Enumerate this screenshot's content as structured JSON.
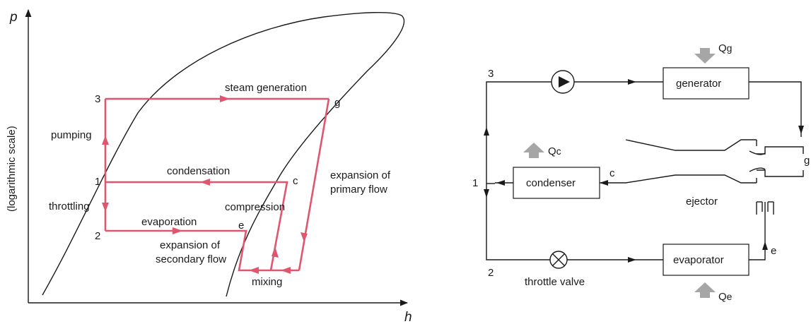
{
  "ph_diagram": {
    "y_axis_symbol": "p",
    "y_axis_note": "(logarithmic scale)",
    "x_axis_symbol": "h",
    "point_labels": {
      "p3": "3",
      "p1": "1",
      "p2": "2",
      "pg": "g",
      "pc": "c",
      "pe": "e"
    },
    "process_labels": {
      "steam_generation": "steam generation",
      "pumping": "pumping",
      "condensation": "condensation",
      "throttling": "throttling",
      "evaporation": "evaporation",
      "compression": "compression",
      "expansion_primary_1": "expansion of",
      "expansion_primary_2": "primary flow",
      "expansion_secondary_1": "expansion of",
      "expansion_secondary_2": "secondary flow",
      "mixing": "mixing"
    },
    "cycle_color": "#e0566f"
  },
  "schematic": {
    "components": {
      "generator": "generator",
      "condenser": "condenser",
      "evaporator": "evaporator",
      "ejector": "ejector",
      "throttle_valve": "throttle valve"
    },
    "heat_labels": {
      "qg_main": "Q",
      "qg_sub": "g",
      "qc_main": "Q",
      "qc_sub": "c",
      "qe_main": "Q",
      "qe_sub": "e"
    },
    "node_labels": {
      "n3": "3",
      "n1": "1",
      "n2": "2",
      "ng": "g",
      "nc": "c",
      "ne": "e"
    },
    "icons": [
      "pump-icon",
      "throttle-valve-icon",
      "heat-arrow-icon"
    ]
  }
}
